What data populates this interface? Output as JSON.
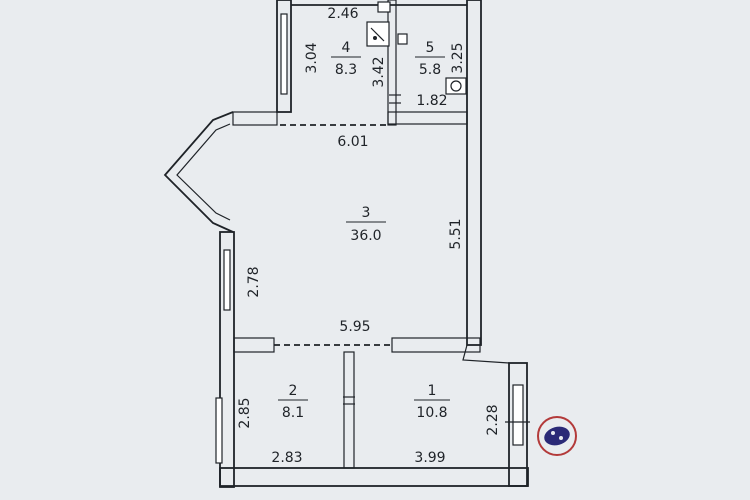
{
  "rooms": [
    {
      "number": "4",
      "area": "8.3"
    },
    {
      "number": "5",
      "area": "5.8"
    },
    {
      "number": "3",
      "area": "36.0"
    },
    {
      "number": "2",
      "area": "8.1"
    },
    {
      "number": "1",
      "area": "10.8"
    }
  ],
  "dimensions": {
    "top_width": "2.46",
    "room4_left": "3.04",
    "room4_right": "3.42",
    "room5_right": "3.25",
    "room5_bottom": "1.82",
    "room3_top": "6.01",
    "room3_right": "5.51",
    "room3_left": "2.78",
    "room3_bottom": "5.95",
    "room2_left": "2.85",
    "room2_bottom": "2.83",
    "room1_bottom": "3.99",
    "room1_right": "2.28"
  },
  "colors": {
    "paper": "#e9ecef",
    "ink": "#1f2328",
    "stamp_ring": "#b33a3a",
    "stamp_ink": "#2b2a77"
  },
  "icons": [
    "kitchen-stove-icon",
    "sink-icon",
    "toilet-icon",
    "stamp-seal"
  ]
}
